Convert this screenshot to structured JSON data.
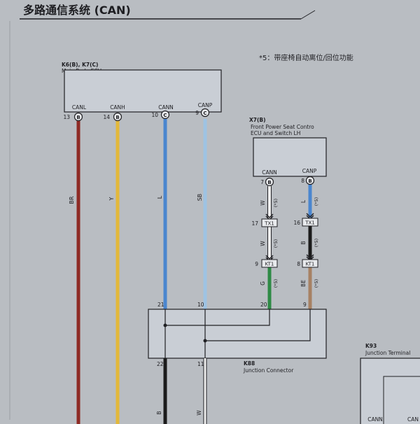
{
  "title": "多路通信系统 (CAN)",
  "note": "*5：带座椅自动离位/回位功能",
  "ecu1": {
    "codes": "K6(B), K7(C)",
    "name": "Main Body ECU",
    "pins": [
      {
        "label": "CANL",
        "num": "13",
        "conn": "B",
        "wire": "BR",
        "color": "#8e2a24"
      },
      {
        "label": "CANH",
        "num": "14",
        "conn": "B",
        "wire": "Y",
        "color": "#e3b83a"
      },
      {
        "label": "CANN",
        "num": "10",
        "conn": "C",
        "wire": "L",
        "color": "#4a86cf"
      },
      {
        "label": "CANP",
        "num": "9",
        "conn": "C",
        "wire": "SB",
        "color": "#9ec3e3"
      }
    ]
  },
  "ecu2": {
    "code": "X7(B)",
    "name_line1": "Front Power Seat Contro",
    "name_line2": "ECU and Switch LH",
    "pins": [
      {
        "label": "CANN",
        "num": "7",
        "conn": "B"
      },
      {
        "label": "CANP",
        "num": "8",
        "conn": "B"
      }
    ]
  },
  "wire_segments": {
    "left_top": {
      "code": "W",
      "note": "(*5)",
      "color": "#f0f0f0"
    },
    "right_top": {
      "code": "L",
      "note": "(*5)",
      "color": "#4a86cf"
    },
    "left_mid": {
      "code": "W",
      "note": "(*5)",
      "color": "#f0f0f0"
    },
    "right_mid": {
      "code": "B",
      "note": "(*5)",
      "color": "#1b1b1b"
    },
    "left_bot": {
      "code": "G",
      "note": "(*5)",
      "color": "#2e8a45"
    },
    "right_bot": {
      "code": "BE",
      "note": "(*5)",
      "color": "#a78163"
    }
  },
  "connectors": [
    {
      "name": "TX1",
      "left_pin": "17",
      "right_pin": "16"
    },
    {
      "name": "KT1",
      "left_pin": "9",
      "right_pin": "8"
    }
  ],
  "junction": {
    "code": "K88",
    "name": "Junction Connector",
    "top_pins": [
      "21",
      "10",
      "20",
      "9"
    ],
    "bottom_pins": [
      "22",
      "11"
    ],
    "bottom_wires": [
      {
        "code": "B",
        "color": "#1b1b1b"
      },
      {
        "code": "W",
        "color": "#f0f0f0"
      }
    ]
  },
  "terminal": {
    "code": "K93",
    "name": "Junction Terminal",
    "pins": [
      "CANN",
      "CAN"
    ]
  },
  "colors": {
    "background": "#b9bdc2",
    "box_fill": "#c9ced5",
    "line": "#202024"
  }
}
